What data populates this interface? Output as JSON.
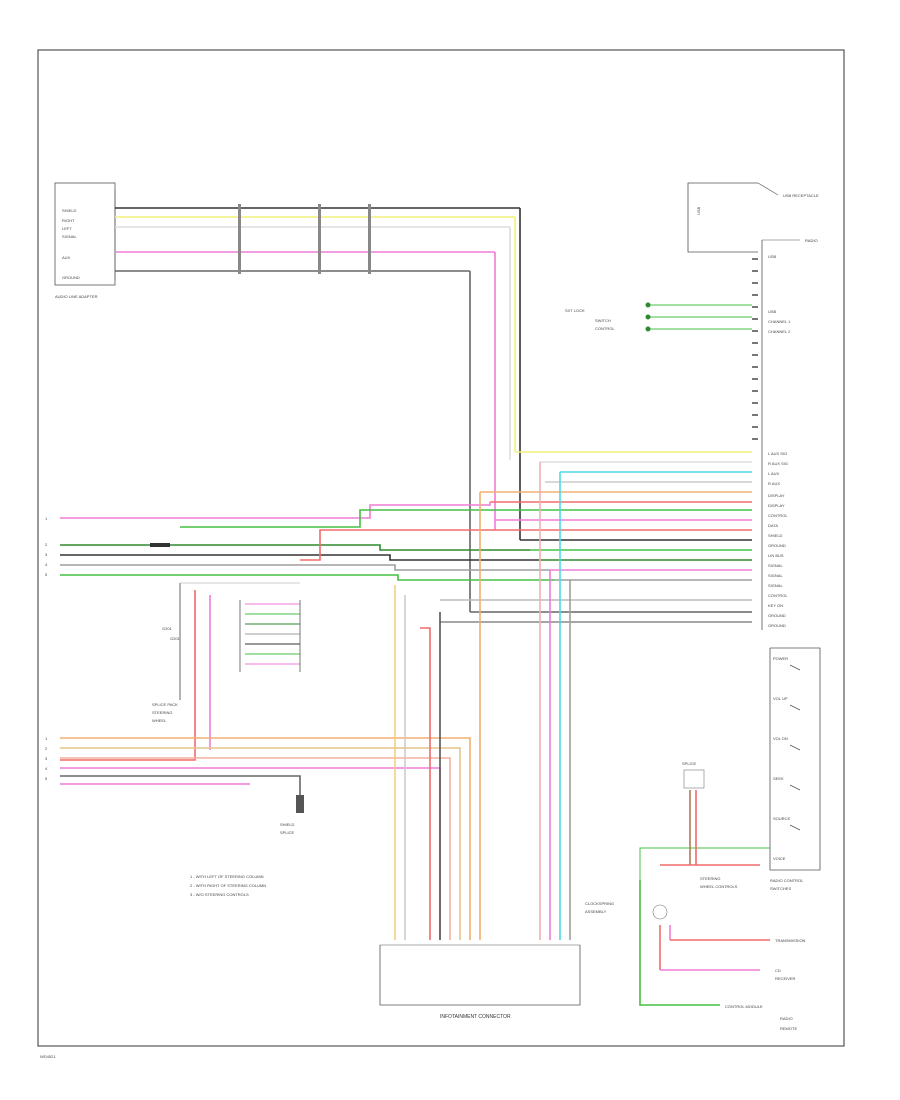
{
  "colors": {
    "black": "#333333",
    "gray": "#9e9e9e",
    "yellow": "#f2f07a",
    "pink": "#f07bd8",
    "red": "#f06b6b",
    "green": "#44c044",
    "dark_green": "#2f8a2f",
    "orange": "#f0b070",
    "cyan": "#4fd8e8",
    "brown": "#b07a55",
    "frame": "#555555"
  },
  "labels": {
    "left_module": "AUDIO LINE ADAPTER",
    "right_module": "RADIO",
    "bottom_module": "INFOTAINMENT CONNECTOR",
    "top_right_box": "USB RECEPTACLE",
    "ground": "G201",
    "corner_id": "WD4521"
  },
  "notes": [
    "1 - WITH LEFT OF STEERING COLUMN",
    "2 - WITH RIGHT OF STEERING COLUMN",
    "3 - W/O STEERING CONTROLS"
  ]
}
